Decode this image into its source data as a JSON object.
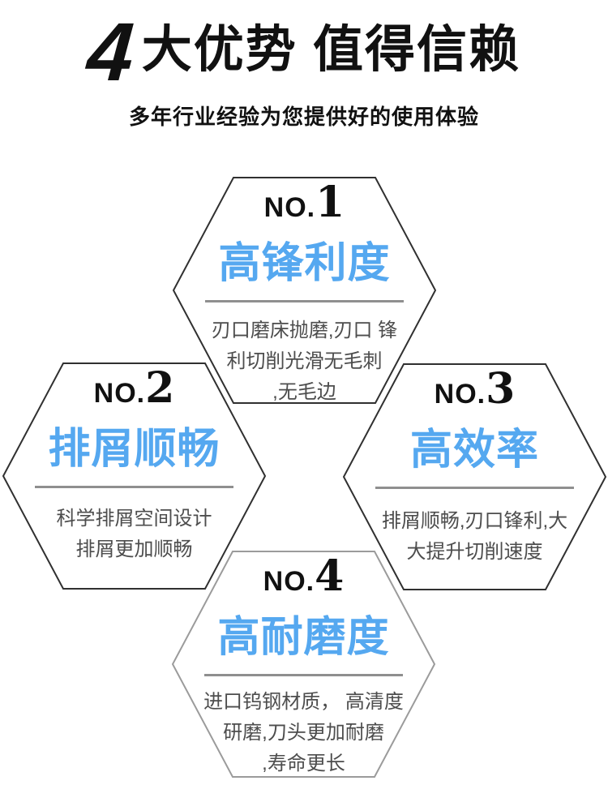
{
  "header": {
    "number": "4",
    "title": "大优势 值得信赖",
    "subtitle": "多年行业经验为您提供好的使用体验"
  },
  "colors": {
    "accent_blue": "#55a8f0",
    "hex_border_dark": "#303030",
    "hex_border_light": "#9b9b9b",
    "divider_gray": "#8f8f8f",
    "description_gray": "#4d4d4d",
    "text_black": "#111111",
    "background": "#ffffff"
  },
  "advantages": [
    {
      "no_prefix": "NO.",
      "number": "1",
      "title": "高锋利度",
      "lines": [
        "刃口磨床抛磨,刃口 锋",
        "利切削光滑无毛刺",
        ",无毛边"
      ]
    },
    {
      "no_prefix": "NO.",
      "number": "2",
      "title": "排屑顺畅",
      "lines": [
        "科学排屑空间设计",
        "排屑更加顺畅"
      ]
    },
    {
      "no_prefix": "NO.",
      "number": "3",
      "title": "高效率",
      "lines": [
        "排屑顺畅,刃口锋利,大",
        "大提升切削速度"
      ]
    },
    {
      "no_prefix": "NO.",
      "number": "4",
      "title": "高耐磨度",
      "lines": [
        "进口钨钢材质， 高清度",
        "研磨,刀头更加耐磨",
        ",寿命更长"
      ]
    }
  ]
}
